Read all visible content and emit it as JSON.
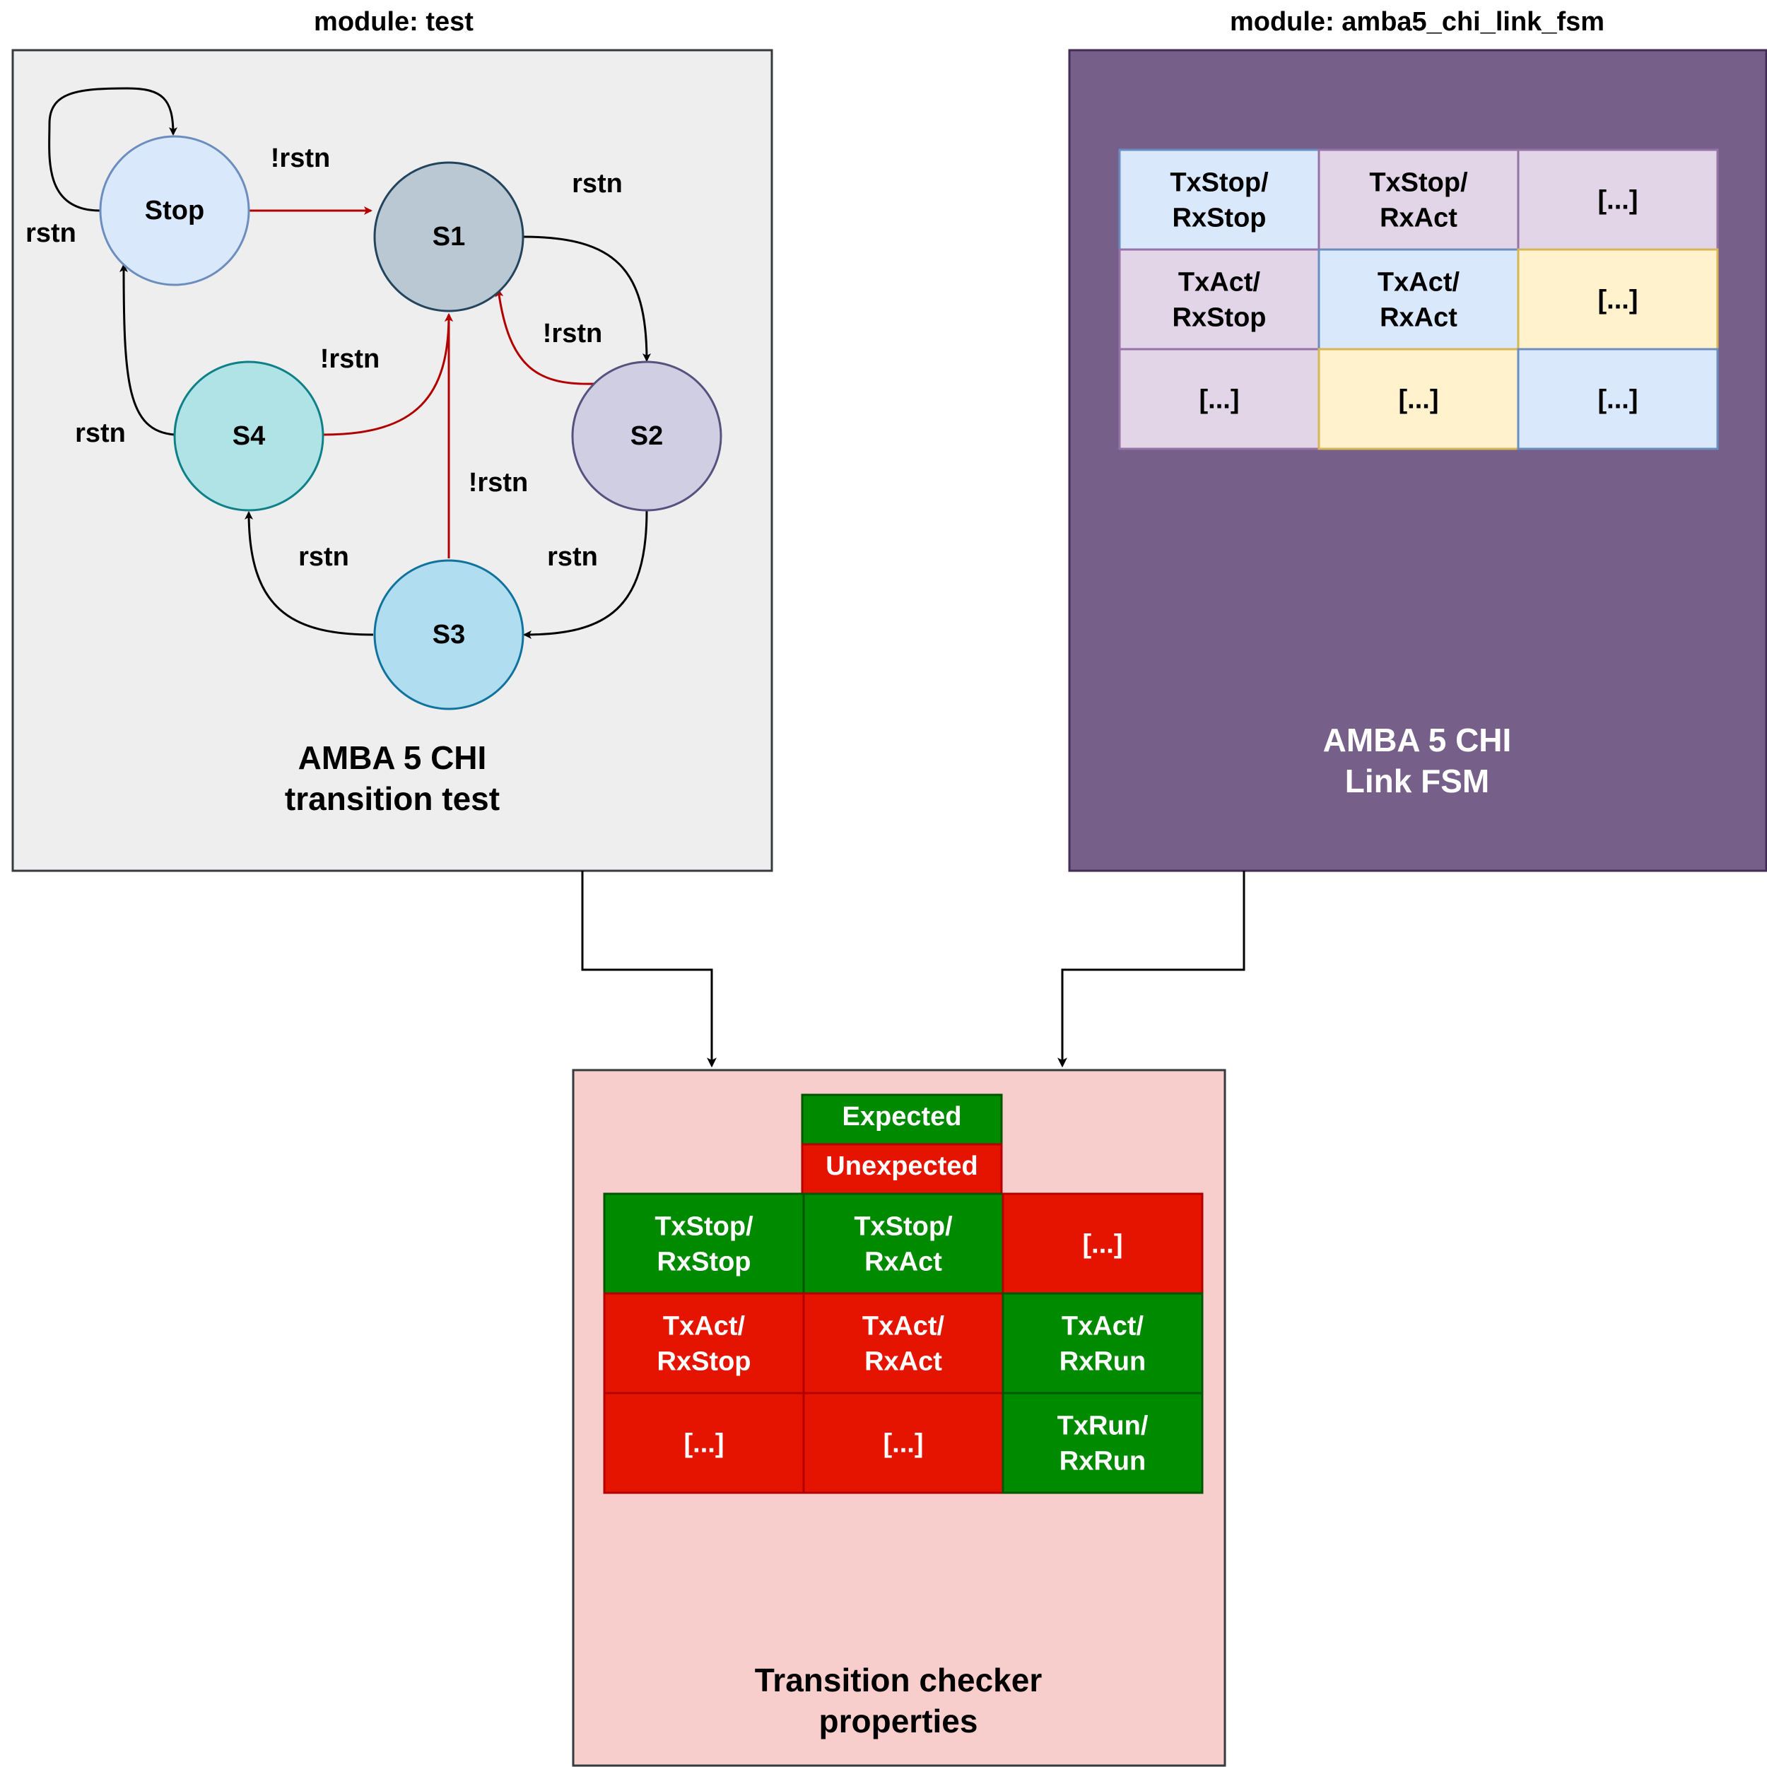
{
  "modules": {
    "test": {
      "header": "module: test",
      "caption_line1": "AMBA 5 CHI",
      "caption_line2": "transition test"
    },
    "fsm": {
      "header": "module: amba5_chi_link_fsm",
      "caption_line1": "AMBA 5 CHI",
      "caption_line2": "Link FSM"
    }
  },
  "states": {
    "stop": "Stop",
    "s1": "S1",
    "s2": "S2",
    "s3": "S3",
    "s4": "S4"
  },
  "edge_labels": {
    "stop_self": "rstn",
    "stop_to_s1": "!rstn",
    "s1_to_s2": "rstn",
    "s2_to_s1": "!rstn",
    "s4_to_s1": "!rstn",
    "s3_to_s1": "!rstn",
    "s4_to_stop": "rstn",
    "s3_to_s4": "rstn",
    "s2_to_s3": "rstn"
  },
  "fsm_grid": [
    [
      "TxStop/\nRxStop",
      "TxStop/\nRxAct",
      "[...]"
    ],
    [
      "TxAct/\nRxStop",
      "TxAct/\nRxAct",
      "[...]"
    ],
    [
      "[...]",
      "[...]",
      "[...]"
    ]
  ],
  "checker": {
    "legend_expected": "Expected",
    "legend_unexpected": "Unexpected",
    "caption_line1": "Transition checker",
    "caption_line2": "properties",
    "grid": [
      [
        "TxStop/\nRxStop",
        "TxStop/\nRxAct",
        "[...]"
      ],
      [
        "TxAct/\nRxStop",
        "TxAct/\nRxAct",
        "TxAct/\nRxRun"
      ],
      [
        "[...]",
        "[...]",
        "TxRun/\nRxRun"
      ]
    ]
  },
  "colors": {
    "test_bg": "#eeeeee",
    "fsm_bg": "#76608a",
    "checker_bg": "#f8cecc",
    "expected": "#008a00",
    "unexpected": "#e51400",
    "unexpected_arrow": "#b20000",
    "cell_blue": "#dae8fc",
    "cell_purple": "#e1d5e7",
    "cell_yellow": "#fff2cc"
  }
}
